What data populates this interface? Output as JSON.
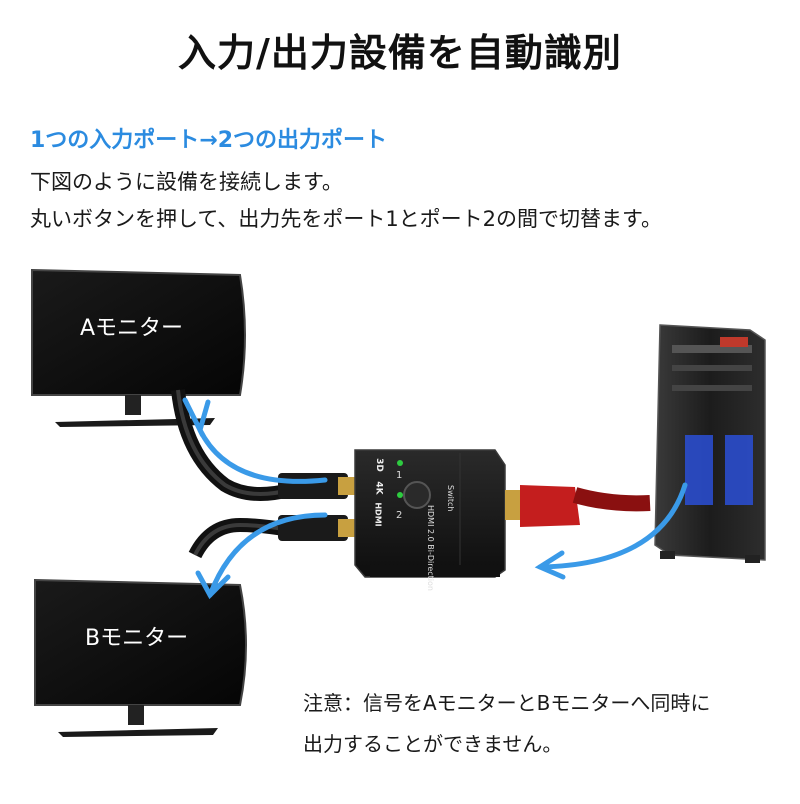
{
  "title": "入力/出力設備を自動識別",
  "subheading": "1つの入力ポート→2つの出力ポート",
  "description": [
    "下図のように設備を接続します。",
    "丸いボタンを押して、出力先をポート1とポート2の間で切替ます。"
  ],
  "monitor_a_label": "Aモニター",
  "monitor_b_label": "Bモニター",
  "switch_device": {
    "port_1": "1",
    "port_2": "2",
    "markings": [
      "3D",
      "4K",
      "HDMI",
      "HDMI 2.0 Bi-Direction",
      "Switch"
    ]
  },
  "note": [
    "注意：信号をAモニターとBモニターへ同時に",
    "出力することができません。"
  ],
  "colors": {
    "accent_blue": "#2b8be0",
    "arrow_blue": "#3a9ae8",
    "text": "#1a1a1a",
    "monitor_black": "#0d0d0d",
    "pc_blue": "#2a4fd6"
  }
}
